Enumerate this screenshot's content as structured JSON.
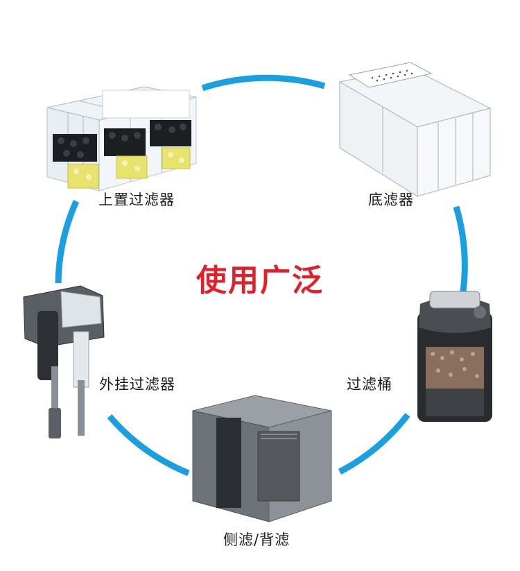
{
  "center_title": "使用广泛",
  "colors": {
    "ring": "#1a9fe0",
    "title": "#e0202a",
    "label": "#1a1a1a"
  },
  "products": [
    {
      "name": "上置过滤器",
      "icon": "top-mount-filter-image"
    },
    {
      "name": "底滤器",
      "icon": "sump-filter-image"
    },
    {
      "name": "过滤桶",
      "icon": "canister-filter-image"
    },
    {
      "name": "侧滤/背滤",
      "icon": "side-back-filter-image"
    },
    {
      "name": "外挂过滤器",
      "icon": "hang-on-filter-image"
    }
  ]
}
